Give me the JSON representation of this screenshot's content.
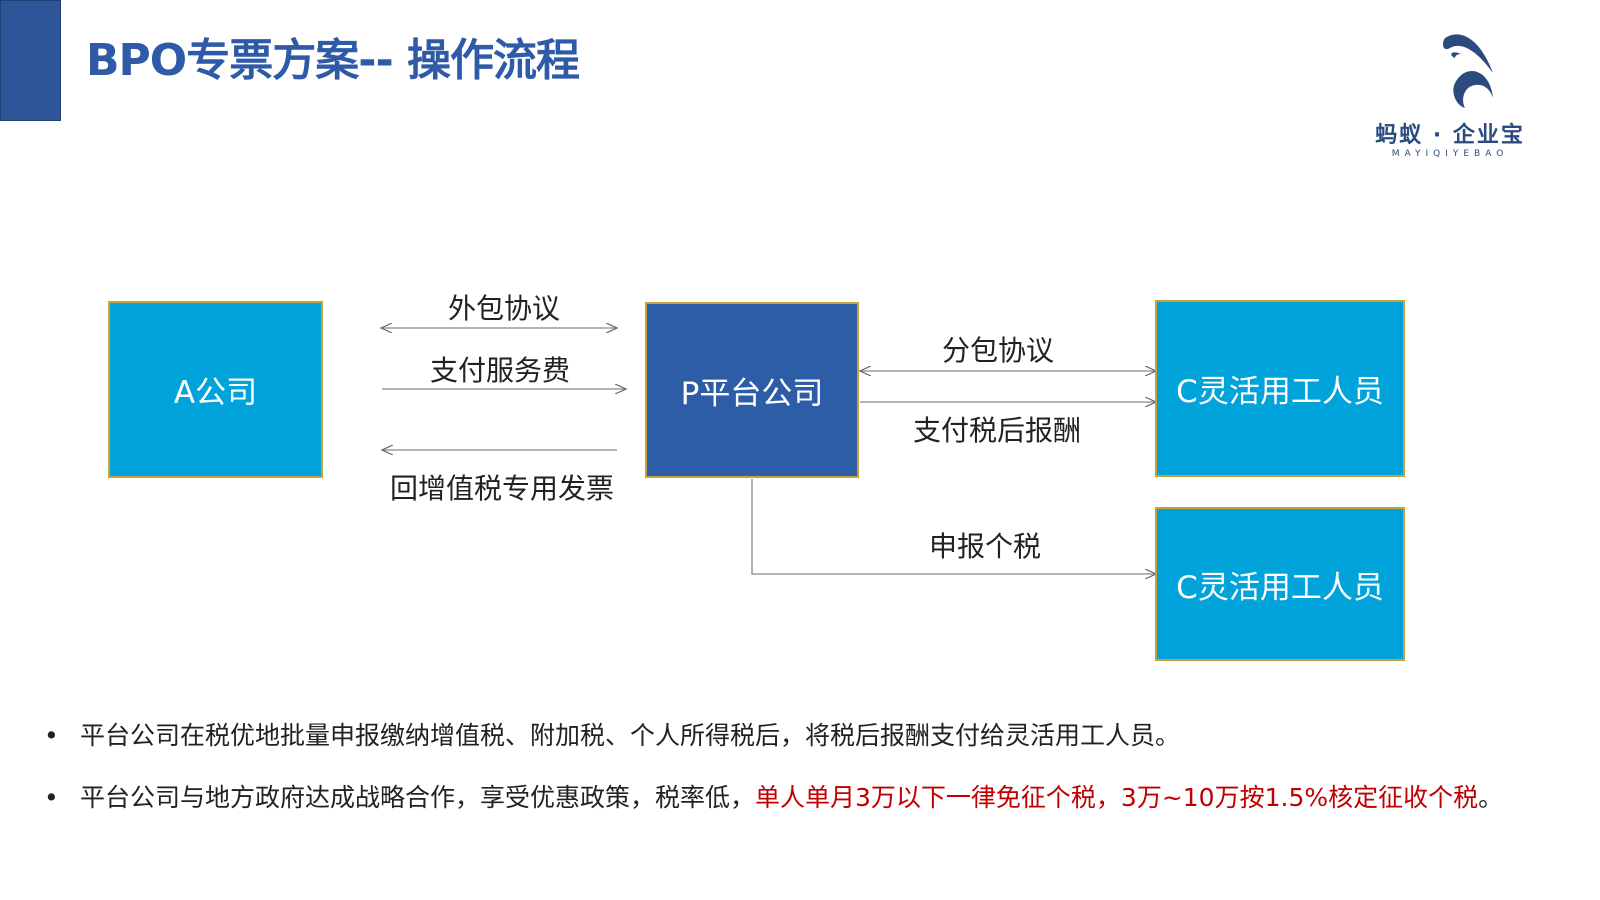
{
  "title": "BPO专票方案-- 操作流程",
  "logo": {
    "name_cn": "蚂蚁 · 企业宝",
    "name_en": "MAYIQIYEBAO"
  },
  "nodes": {
    "a": "A公司",
    "p": "P平台公司",
    "c1": "C灵活用工人员",
    "c2": "C灵活用工人员"
  },
  "edges": {
    "outsource": "外包协议",
    "pay_service": "支付服务费",
    "invoice": "回增值税专用发票",
    "subcontract": "分包协议",
    "pay_after_tax": "支付税后报酬",
    "declare_tax": "申报个税"
  },
  "bullets": [
    {
      "text": "平台公司在税优地批量申报缴纳增值税、附加税、个人所得税后，将税后报酬支付给灵活用工人员。"
    },
    {
      "text": "平台公司与地方政府达成战略合作，享受优惠政策，税率低，",
      "highlight": "单人单月3万以下一律免征个税，3万~10万按1.5%核定征收个税",
      "end": "。"
    }
  ],
  "colors": {
    "title": "#2E5AA8",
    "cyan": "#00A3DA",
    "navy": "#2E5DA8",
    "border": "#C9A13B",
    "highlight": "#C00000"
  }
}
